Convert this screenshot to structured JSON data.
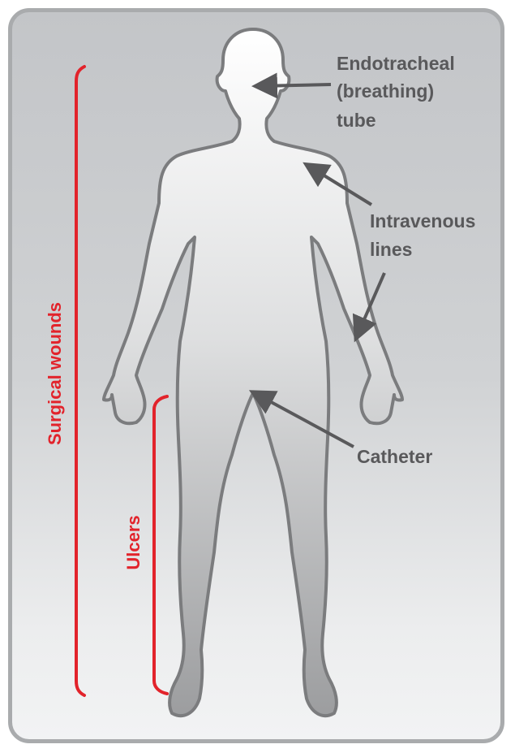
{
  "labels": {
    "endotracheal": [
      "Endotracheal",
      "(breathing)",
      "tube"
    ],
    "intravenous": [
      "Intravenous",
      "lines"
    ],
    "catheter": "Catheter",
    "surgical_wounds": "Surgical wounds",
    "ulcers": "Ulcers"
  },
  "colors": {
    "accent_red": "#e2232b",
    "label_gray": "#59595b",
    "outline_gray": "#7b7c7e",
    "frame_gray": "#a9abad"
  },
  "icons": [
    "human-body-outline",
    "arrow"
  ]
}
